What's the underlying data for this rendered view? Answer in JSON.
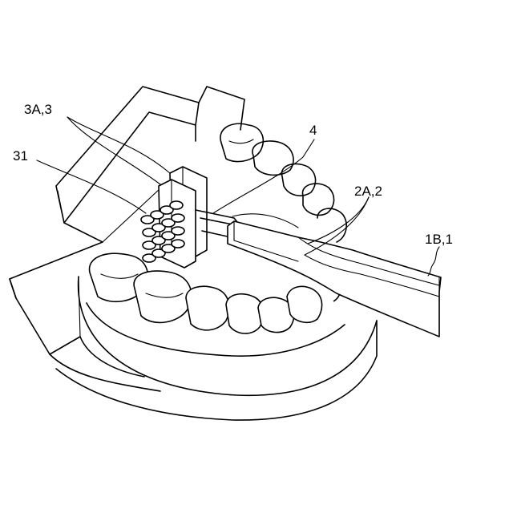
{
  "labels": {
    "brush_part": "3A,3",
    "bristle": "31",
    "neck": "4",
    "handle_part": "2A,2",
    "toothbrush": "1B,1"
  }
}
